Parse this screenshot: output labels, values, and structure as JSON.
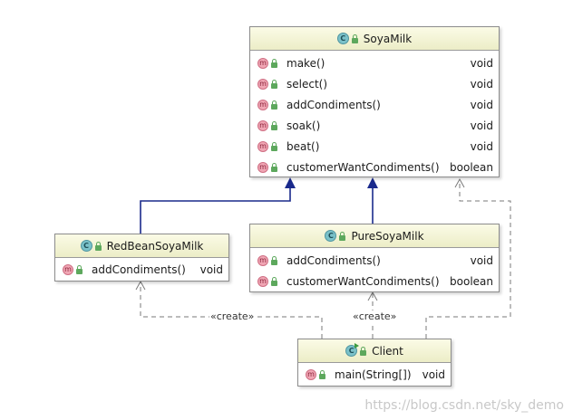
{
  "classes": {
    "soyamilk": {
      "name": "SoyaMilk",
      "icon": "C",
      "members": [
        {
          "name": "make()",
          "type": "void"
        },
        {
          "name": "select()",
          "type": "void"
        },
        {
          "name": "addCondiments()",
          "type": "void"
        },
        {
          "name": "soak()",
          "type": "void"
        },
        {
          "name": "beat()",
          "type": "void"
        },
        {
          "name": "customerWantCondiments()",
          "type": "boolean"
        }
      ]
    },
    "redbean": {
      "name": "RedBeanSoyaMilk",
      "icon": "C",
      "members": [
        {
          "name": "addCondiments()",
          "type": "void"
        }
      ]
    },
    "pure": {
      "name": "PureSoyaMilk",
      "icon": "C",
      "members": [
        {
          "name": "addCondiments()",
          "type": "void"
        },
        {
          "name": "customerWantCondiments()",
          "type": "boolean"
        }
      ]
    },
    "client": {
      "name": "Client",
      "icon": "C",
      "members": [
        {
          "name": "main(String[])",
          "type": "void"
        }
      ]
    }
  },
  "member_icon": "m",
  "relations": {
    "create_label_left": "«create»",
    "create_label_mid": "«create»"
  },
  "colors": {
    "inheritance": "#1a2a8c",
    "dependency": "#7a7a7a"
  },
  "watermark": "https://blog.csdn.net/sky_demo"
}
